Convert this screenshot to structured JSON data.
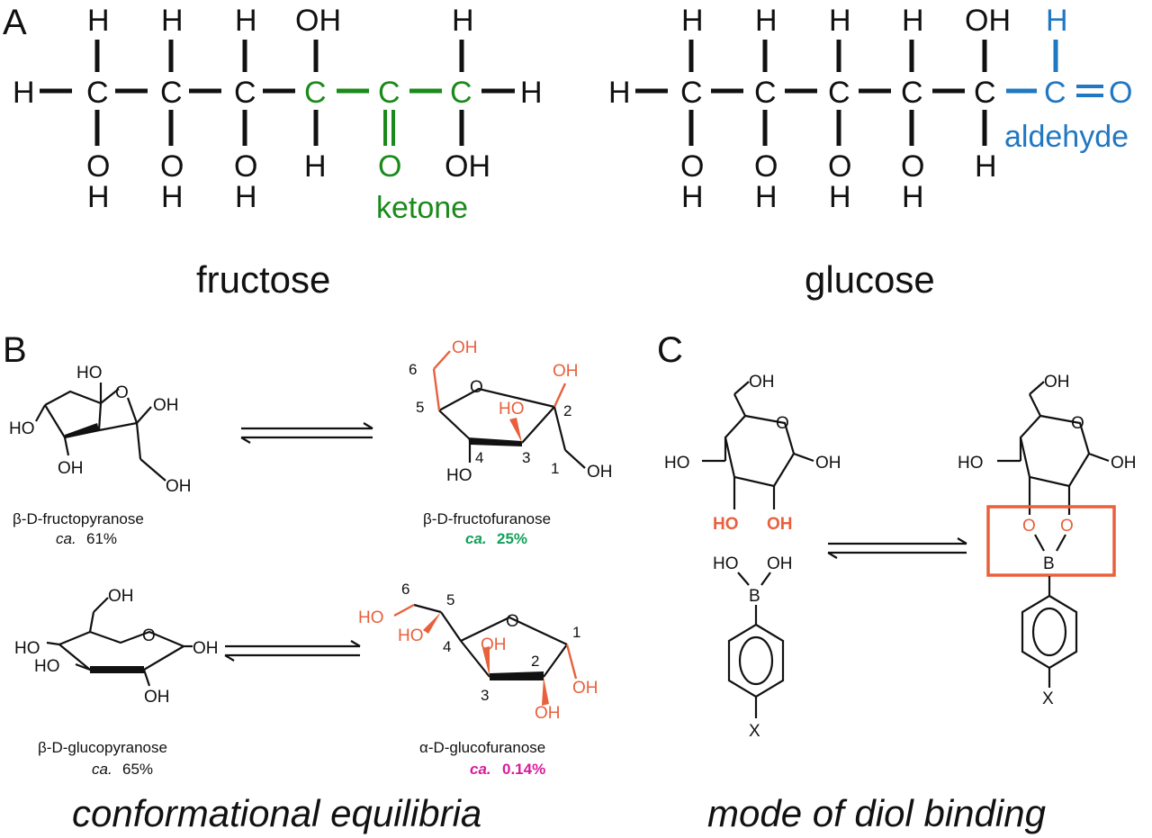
{
  "panels": {
    "a": "A",
    "b": "B",
    "c": "C"
  },
  "colors": {
    "ketone": "#1a8a1a",
    "aldehyde": "#2077c2",
    "highlight": "#e8603c",
    "furanose_green": "#12a05a",
    "magenta": "#d81b9c",
    "ink": "#111111"
  },
  "atoms": {
    "H": "H",
    "C": "C",
    "O": "O",
    "OH": "OH",
    "HO": "HO",
    "B": "B",
    "X": "X"
  },
  "fructose": {
    "name": "fructose",
    "group": "ketone"
  },
  "glucose": {
    "name": "glucose",
    "group": "aldehyde"
  },
  "equilibria": {
    "caption": "conformational equilibria",
    "beta_fructopyranose": {
      "name": "β-D-fructopyranose",
      "ca": "ca.",
      "pct": "61%"
    },
    "beta_fructofuranose": {
      "name": "β-D-fructofuranose",
      "ca": "ca.",
      "pct": "25%"
    },
    "beta_glucopyranose": {
      "name": "β-D-glucopyranose",
      "ca": "ca.",
      "pct": "65%"
    },
    "alpha_glucofuranose": {
      "name": "α-D-glucofuranose",
      "ca": "ca.",
      "pct": "0.14%"
    }
  },
  "binding": {
    "caption": "mode of diol binding"
  },
  "numbers": {
    "n1": "1",
    "n2": "2",
    "n3": "3",
    "n4": "4",
    "n5": "5",
    "n6": "6"
  }
}
